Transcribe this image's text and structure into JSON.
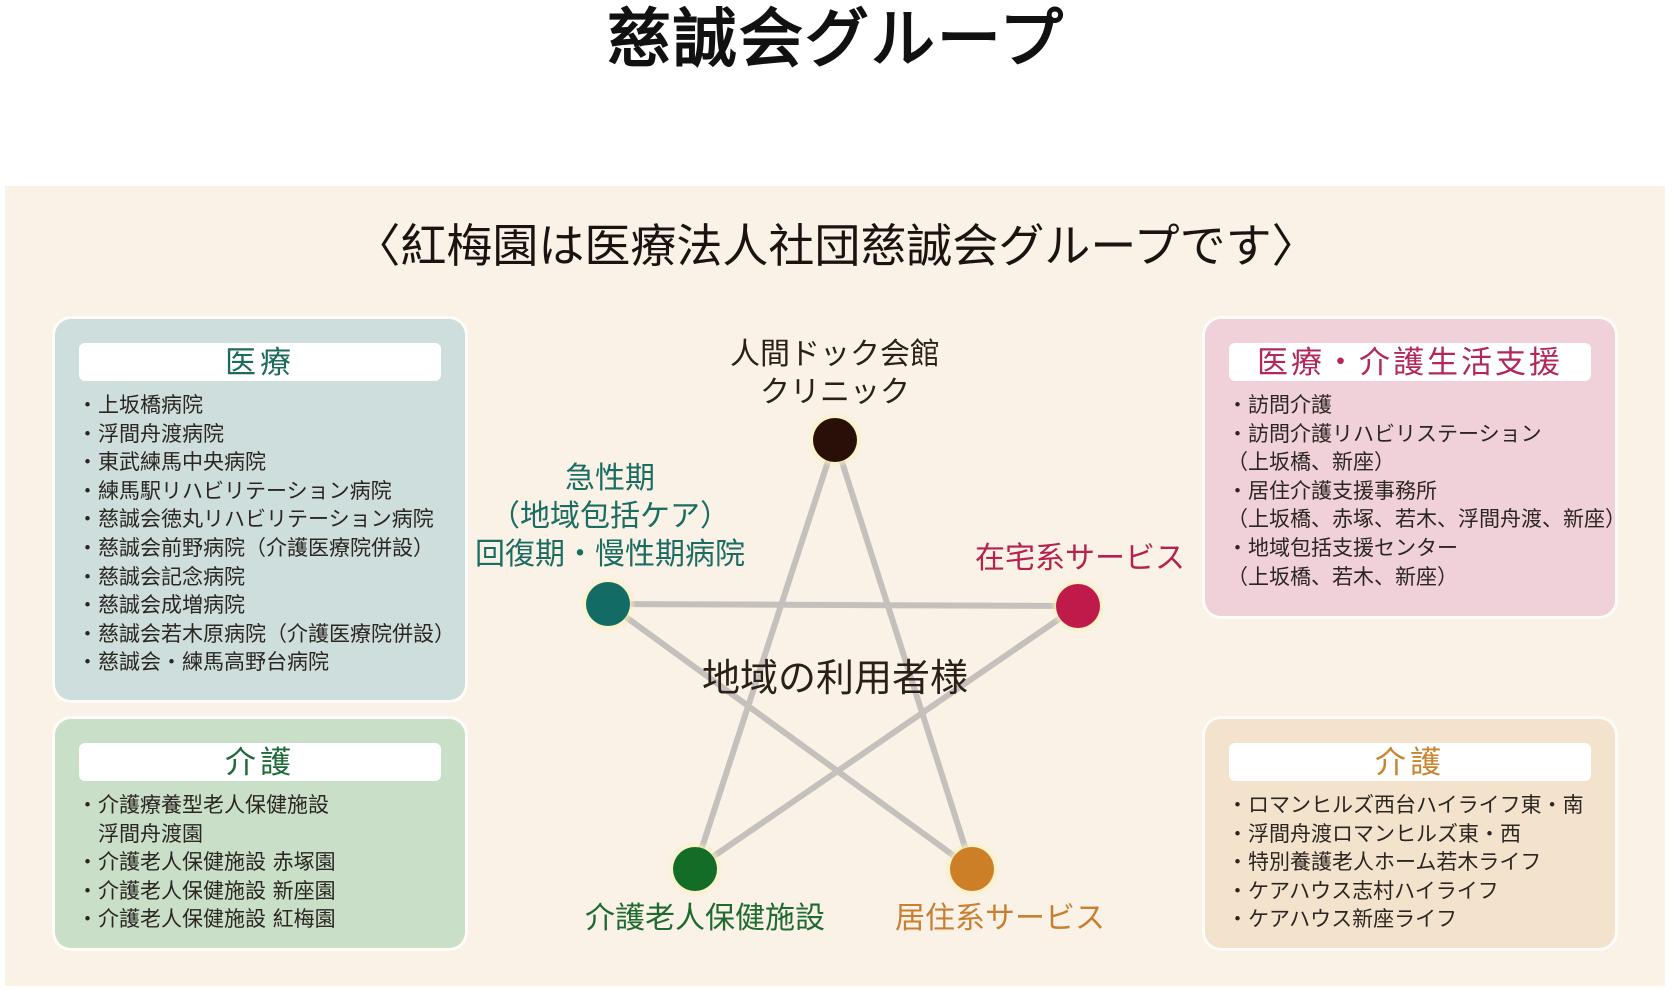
{
  "header": {
    "title": "慈誠会グループ"
  },
  "subtitle": "〈紅梅園は医療法人社団慈誠会グループです〉",
  "cards": {
    "medical": {
      "title": "医療",
      "items": [
        "・上坂橋病院",
        "・浮間舟渡病院",
        "・東武練馬中央病院",
        "・練馬駅リハビリテーション病院",
        "・慈誠会徳丸リハビリテーション病院",
        "・慈誠会前野病院（介護医療院併設）",
        "・慈誠会記念病院",
        "・慈誠会成増病院",
        "・慈誠会若木原病院（介護医療院併設）",
        "・慈誠会・練馬高野台病院"
      ]
    },
    "care_left": {
      "title": "介護",
      "items": [
        "・介護療養型老人保健施設",
        "　浮間舟渡園",
        "・介護老人保健施設 赤塚園",
        "・介護老人保健施設 新座園",
        "・介護老人保健施設 紅梅園"
      ]
    },
    "support": {
      "title": "医療・介護生活支援",
      "items": [
        "・訪問介護",
        "・訪問介護リハビリステーション",
        "（上坂橋、新座）",
        "・居住介護支援事務所",
        "（上坂橋、赤塚、若木、浮間舟渡、新座）",
        "・地域包括支援センター",
        "（上坂橋、若木、新座）"
      ]
    },
    "care_right": {
      "title": "介護",
      "items": [
        "・ロマンヒルズ西台ハイライフ東・南",
        "・浮間舟渡ロマンヒルズ東・西",
        "・特別養護老人ホーム若木ライフ",
        "・ケアハウス志村ハイライフ",
        "・ケアハウス新座ライフ"
      ]
    }
  },
  "diagram": {
    "center_label": "地域の利用者様",
    "nodes": {
      "top": {
        "line1": "人間ドック会館",
        "line2": "クリニック",
        "color": "#2a0f08"
      },
      "left": {
        "line1": "急性期",
        "line2": "（地域包括ケア）",
        "line3": "回復期・慢性期病院",
        "color": "#136b66"
      },
      "right": {
        "line1": "在宅系サービス",
        "color": "#bf1a4a"
      },
      "bottom_left": {
        "line1": "介護老人保健施設",
        "color": "#146d26"
      },
      "bottom_right": {
        "line1": "居住系サービス",
        "color": "#cc7f27"
      }
    },
    "line_color": "#c4c0bc",
    "glow_color": "#fbf2b8"
  },
  "colors": {
    "panel_bg": "#FAF1E7",
    "medical_bg": "#CEDEDC",
    "care_left_bg": "#C9DFC8",
    "support_bg": "#F0D1D9",
    "care_right_bg": "#F4E3CC"
  }
}
